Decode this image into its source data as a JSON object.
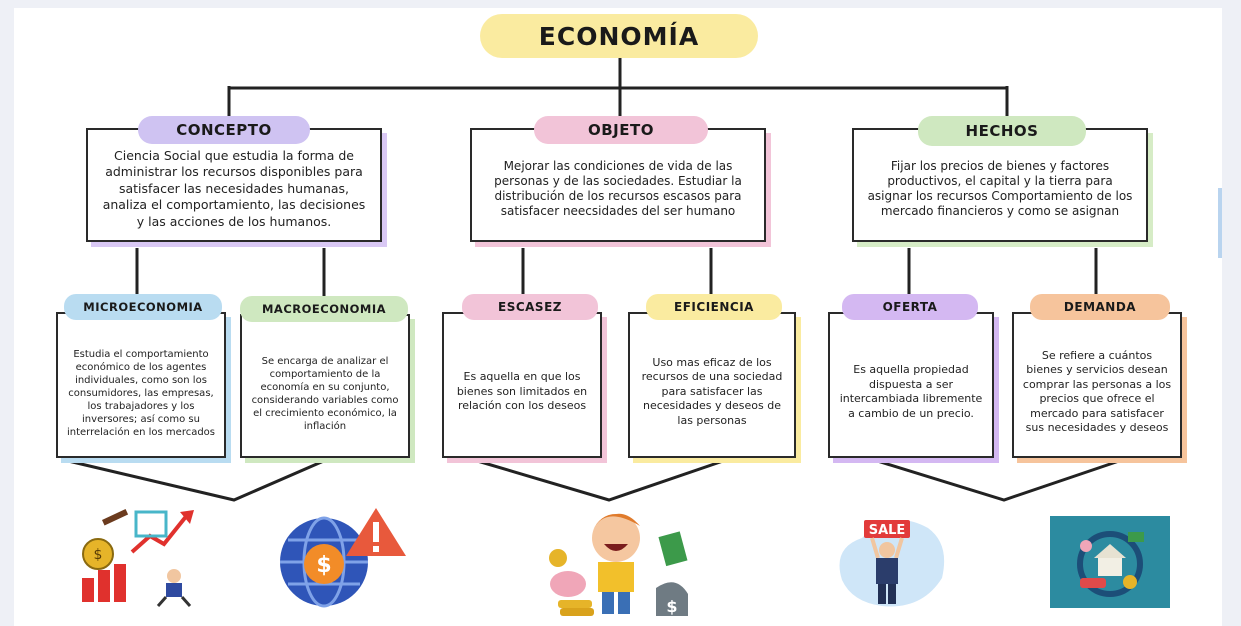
{
  "title": "ECONOMÍA",
  "colors": {
    "lavender": "#cfc3f2",
    "pink": "#f2c4d8",
    "green": "#cfe8c0",
    "blue": "#b9dcf1",
    "yellow": "#faeba0",
    "peach": "#f6c49c",
    "purple": "#d4b8f2"
  },
  "branches": {
    "concepto": {
      "label": "CONCEPTO",
      "text": "Ciencia Social que estudia la forma de administrar los recursos disponibles para satisfacer las necesidades humanas, analiza el comportamiento, las decisiones y las acciones de los humanos."
    },
    "objeto": {
      "label": "OBJETO",
      "text": "Mejorar las condiciones de vida de las personas y de las sociedades. Estudiar la distribución de los recursos escasos para satisfacer neecsidades del ser humano"
    },
    "hechos": {
      "label": "HECHOS",
      "text": "Fijar los precios de bienes y factores productivos, el capital y la tierra para asignar los recursos Comportamiento de los mercado financieros y como se asignan"
    }
  },
  "leaves": {
    "micro": {
      "label": "MICROECONOMIA",
      "text": "Estudia el comportamiento económico de los agentes individuales, como son los consumidores, las empresas, los trabajadores y los inversores; así como su interrelación en los mercados"
    },
    "macro": {
      "label": "MACROECONOMIA",
      "text": "Se encarga de analizar el comportamiento de la economía en su conjunto, considerando variables como el crecimiento económico, la inflación"
    },
    "escasez": {
      "label": "ESCASEZ",
      "text": "Es aquella en que los bienes son limitados en relación con los deseos"
    },
    "eficiencia": {
      "label": "EFICIENCIA",
      "text": "Uso mas eficaz de los recursos de una sociedad para satisfacer las necesidades y deseos de las personas"
    },
    "oferta": {
      "label": "OFERTA",
      "text": "Es aquella propiedad dispuesta a ser intercambiada libremente a cambio de un precio."
    },
    "demanda": {
      "label": "DEMANDA",
      "text": "Se refiere a cuántos bienes y servicios desean comprar las personas a los precios que ofrece el mercado para satisfacer sus necesidades y deseos"
    }
  },
  "icons": {
    "micro_illustration": "coins-chart-hammer-icon",
    "macro_illustration": "globe-dollar-warning-icon",
    "boy_illustration": "boy-coins-piggybank-icon",
    "sale_illustration": "sale-sign-man-icon",
    "demand_illustration": "house-car-money-icon",
    "sale_text": "SALE"
  }
}
